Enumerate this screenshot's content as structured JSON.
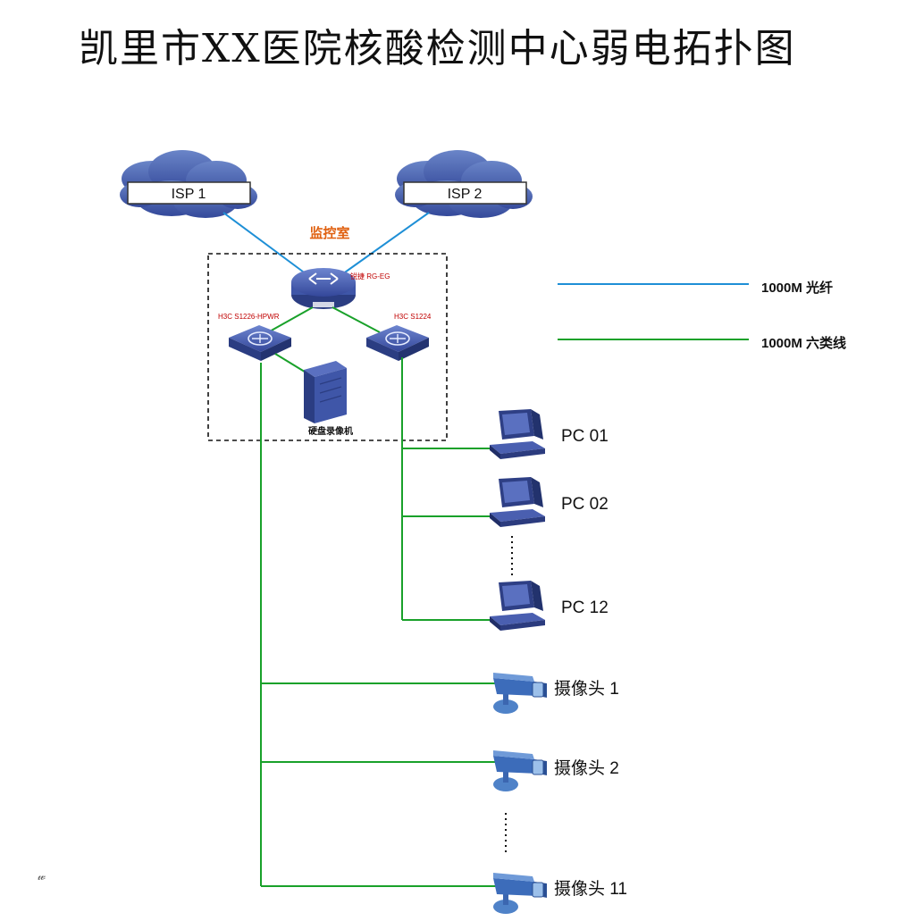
{
  "title": "凯里市XX医院核酸检测中心弱电拓扑图",
  "isp1": "ISP 1",
  "isp2": "ISP 2",
  "room_label": "监控室",
  "router_label": "锐捷 RG-EG",
  "switch_left_label": "H3C S1226-HPWR",
  "switch_right_label": "H3C S1224",
  "nvr_label": "硬盘录像机",
  "legend": {
    "fiber": "1000M  光纤",
    "cat6": "1000M  六类线"
  },
  "pcs": [
    "PC 01",
    "PC 02",
    "PC 12"
  ],
  "cameras": [
    "摄像头  1",
    "摄像头  2",
    "摄像头  11"
  ],
  "colors": {
    "fiber": "#1e8fd6",
    "cat6": "#19a12a",
    "device": "#3f56a8",
    "device_dark": "#2b3d82",
    "device_label": "#c00000",
    "room_label": "#e06010",
    "cloud": "#4a67b0"
  }
}
